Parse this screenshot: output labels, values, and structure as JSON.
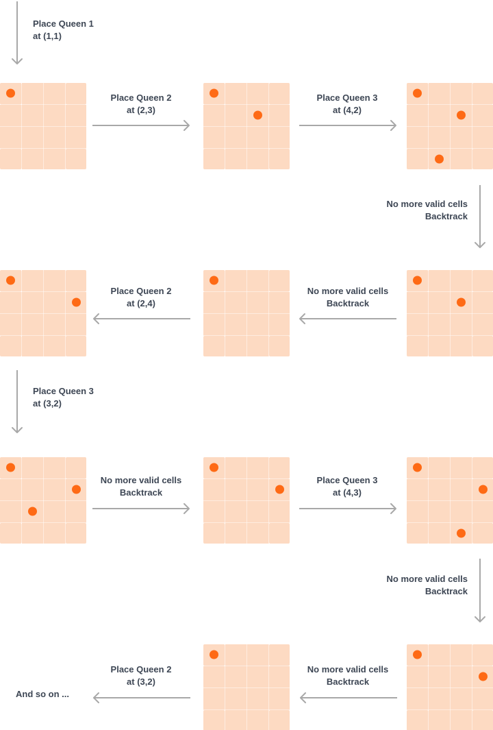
{
  "diagram": {
    "steps": [
      {
        "id": "s1",
        "line1": "Place Queen 1",
        "line2": "at (1,1)"
      },
      {
        "id": "s2",
        "line1": "Place Queen 2",
        "line2": "at (2,3)"
      },
      {
        "id": "s3",
        "line1": "Place Queen 3",
        "line2": "at (4,2)"
      },
      {
        "id": "s4",
        "line1": "No more valid cells",
        "line2": "Backtrack"
      },
      {
        "id": "s5",
        "line1": "No more valid cells",
        "line2": "Backtrack"
      },
      {
        "id": "s6",
        "line1": "Place Queen 2",
        "line2": "at (2,4)"
      },
      {
        "id": "s7",
        "line1": "Place Queen 3",
        "line2": "at (3,2)"
      },
      {
        "id": "s8",
        "line1": "No more valid cells",
        "line2": "Backtrack"
      },
      {
        "id": "s9",
        "line1": "Place Queen 3",
        "line2": "at (4,3)"
      },
      {
        "id": "s10",
        "line1": "No more valid cells",
        "line2": "Backtrack"
      },
      {
        "id": "s11",
        "line1": "No more valid cells",
        "line2": "Backtrack"
      },
      {
        "id": "s12",
        "line1": "Place Queen 2",
        "line2": "at (3,2)"
      }
    ],
    "ending": "And so on ...",
    "boards": [
      {
        "id": "b1",
        "queens": [
          [
            1,
            1
          ]
        ]
      },
      {
        "id": "b2",
        "queens": [
          [
            1,
            1
          ],
          [
            2,
            3
          ]
        ]
      },
      {
        "id": "b3",
        "queens": [
          [
            1,
            1
          ],
          [
            2,
            3
          ],
          [
            4,
            2
          ]
        ]
      },
      {
        "id": "b4",
        "queens": [
          [
            1,
            1
          ],
          [
            2,
            3
          ]
        ]
      },
      {
        "id": "b5",
        "queens": [
          [
            1,
            1
          ]
        ]
      },
      {
        "id": "b6",
        "queens": [
          [
            1,
            1
          ],
          [
            2,
            4
          ]
        ]
      },
      {
        "id": "b7",
        "queens": [
          [
            1,
            1
          ],
          [
            2,
            4
          ],
          [
            3,
            2
          ]
        ]
      },
      {
        "id": "b8",
        "queens": [
          [
            1,
            1
          ],
          [
            2,
            4
          ]
        ]
      },
      {
        "id": "b9",
        "queens": [
          [
            1,
            1
          ],
          [
            2,
            4
          ],
          [
            4,
            3
          ]
        ]
      },
      {
        "id": "b10",
        "queens": [
          [
            1,
            1
          ],
          [
            2,
            4
          ]
        ]
      },
      {
        "id": "b11",
        "queens": [
          [
            1,
            1
          ]
        ]
      }
    ],
    "colors": {
      "cell": "#fddac2",
      "queen": "#fe6a15",
      "arrow": "#a8a8a8",
      "text": "#3d4654"
    }
  }
}
